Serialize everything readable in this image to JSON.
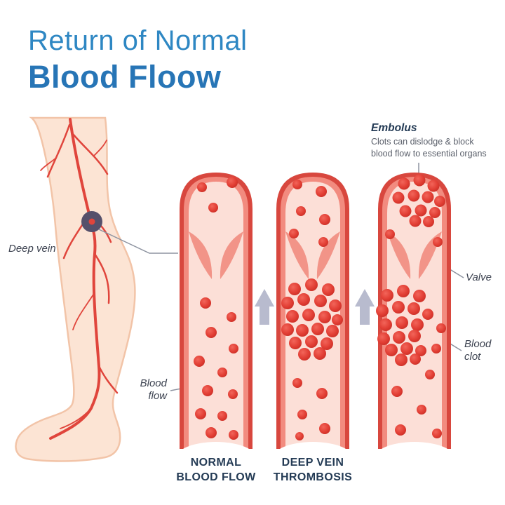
{
  "title": {
    "line1": "Return of Normal",
    "line2": "Blood Floow"
  },
  "leg": {
    "label_deep_vein": "Deep vein",
    "label_blood_flow": "Blood flow"
  },
  "vessels": {
    "normal": {
      "caption_line1": "NORMAL",
      "caption_line2": "BLOOD FLOW"
    },
    "dvt": {
      "caption_line1": "DEEP VEIN",
      "caption_line2": "THROMBOSIS"
    },
    "embolus": {
      "label_title": "Embolus",
      "label_desc": "Clots can dislodge & block blood flow to essential organs",
      "label_valve": "Valve",
      "label_blood_clot": "Blood clot"
    }
  },
  "colors": {
    "title_blue": "#2e87c3",
    "title_blue_dark": "#2775b6",
    "vessel_wall": "#d8473e",
    "vessel_mid": "#f28b7f",
    "vessel_interior": "#fcdfd7",
    "valve_salmon": "#f29488",
    "blood_red": "#e0453c",
    "skin": "#fce4d4",
    "skin_outline": "#f2c4a8",
    "arrow_gray": "#b8bbce",
    "text_navy": "#243b55",
    "label_gray": "#5a5f6a",
    "marker_dark": "#55506b",
    "connector": "#8d93a0"
  }
}
